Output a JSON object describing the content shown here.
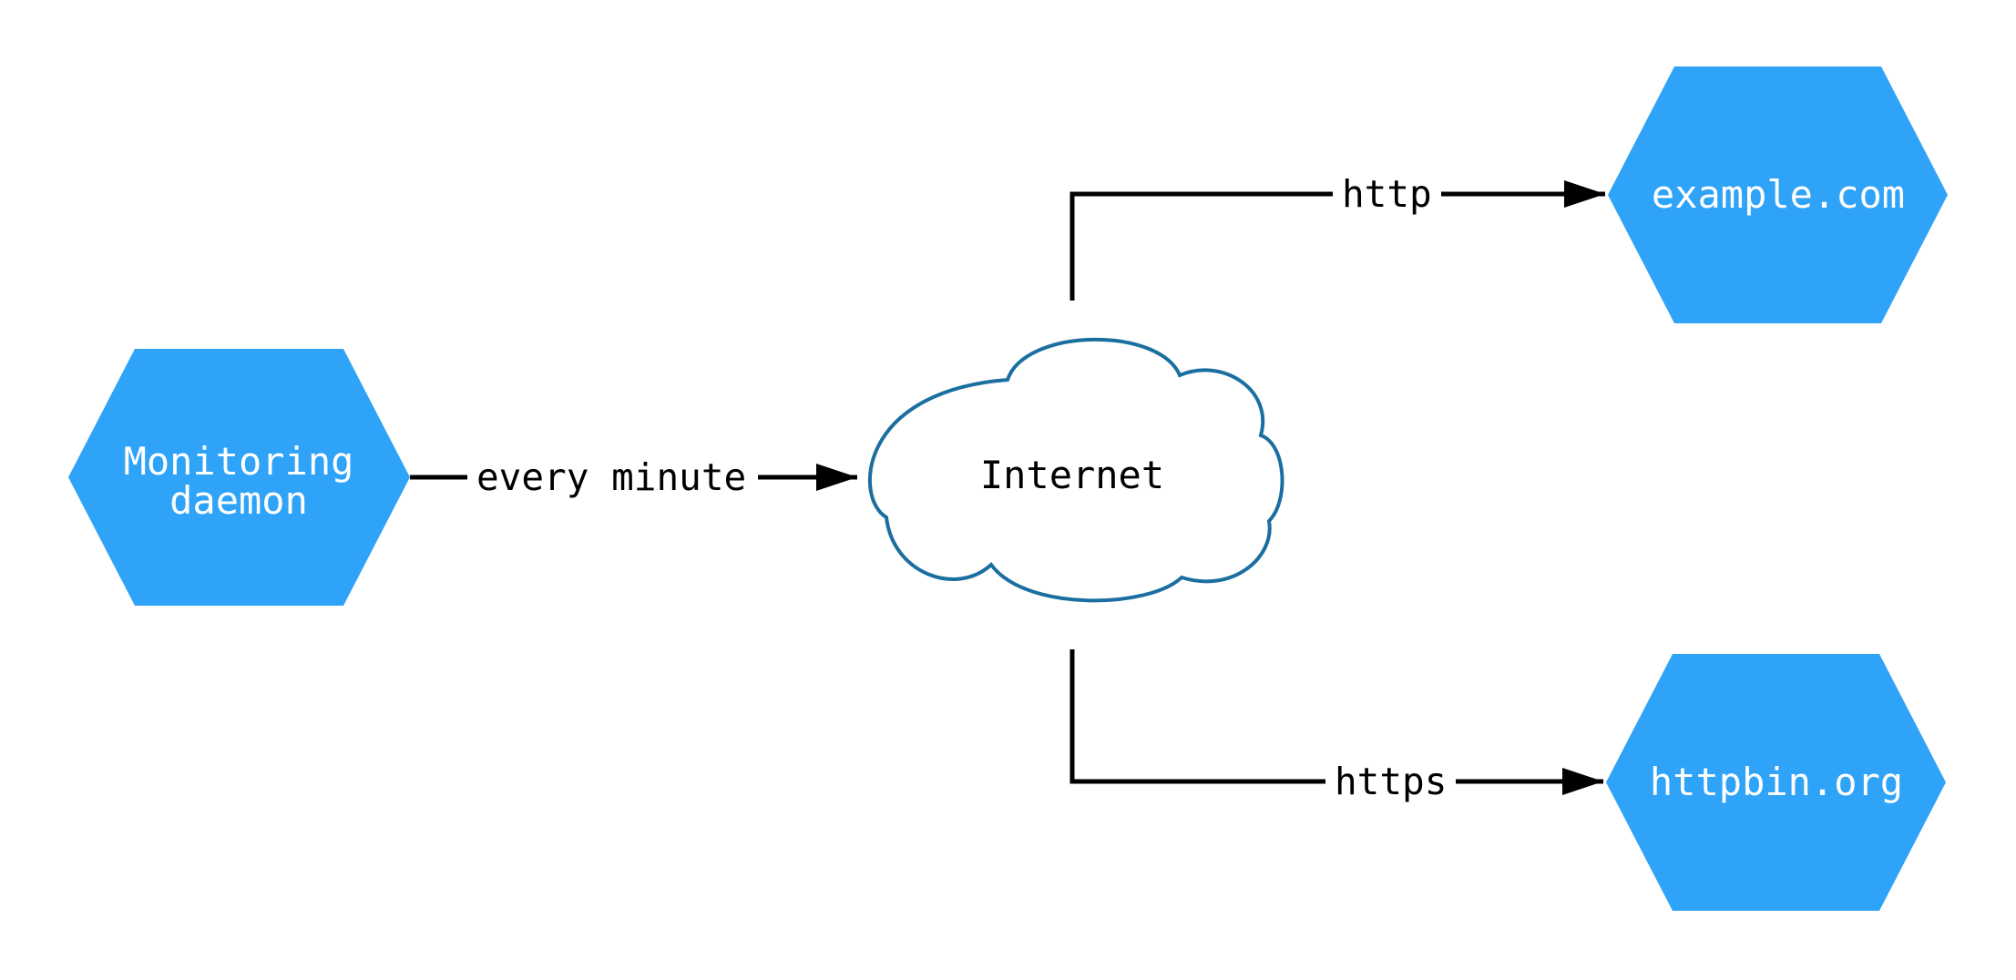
{
  "diagram": {
    "nodes": {
      "monitoring_daemon": {
        "label_line1": "Monitoring",
        "label_line2": "daemon",
        "shape": "hexagon"
      },
      "internet": {
        "label": "Internet",
        "shape": "cloud"
      },
      "example_com": {
        "label": "example.com",
        "shape": "hexagon"
      },
      "httpbin_org": {
        "label": "httpbin.org",
        "shape": "hexagon"
      }
    },
    "edges": {
      "daemon_to_internet": {
        "label": "every minute"
      },
      "internet_to_example": {
        "label": "http"
      },
      "internet_to_httpbin": {
        "label": "https"
      }
    },
    "colors": {
      "hexagon_fill": "#2FA3F7",
      "hexagon_text": "#FFFFFF",
      "cloud_stroke": "#1B6FA0",
      "cloud_fill": "#FFFFFF",
      "edge_color": "#000000",
      "label_color": "#000000",
      "background": "#FFFFFF"
    }
  }
}
